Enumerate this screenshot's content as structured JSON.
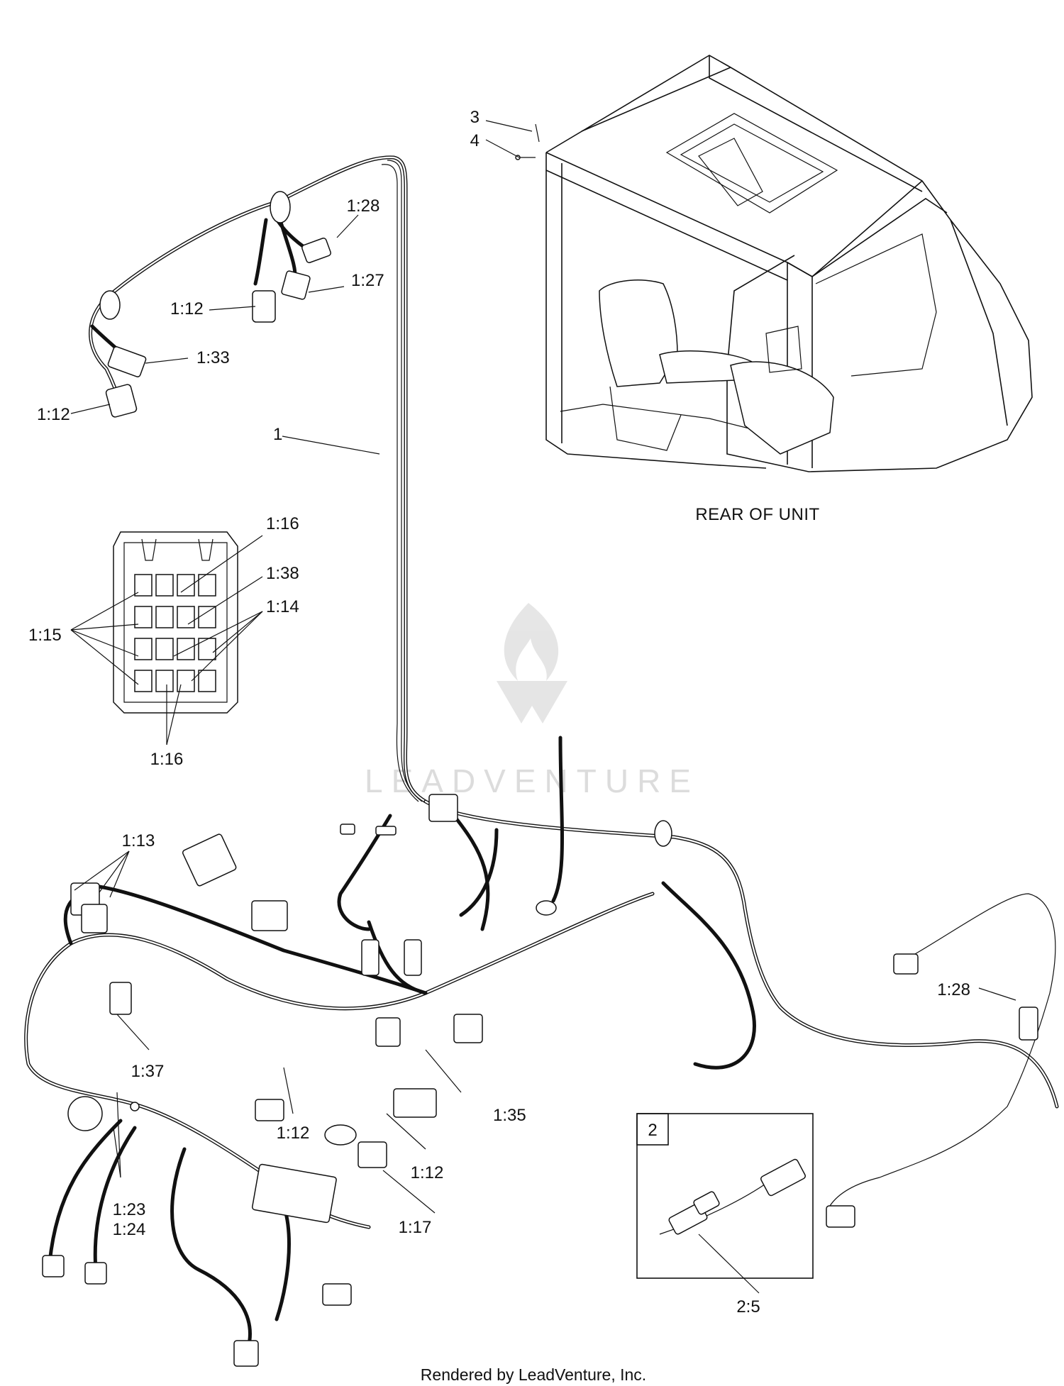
{
  "callouts": {
    "c3": "3",
    "c4": "4",
    "c1_28_top": "1:28",
    "c1_27": "1:27",
    "c1_12_a": "1:12",
    "c1_33": "1:33",
    "c1_12_b": "1:12",
    "c1": "1",
    "c1_16_top": "1:16",
    "c1_38": "1:38",
    "c1_14": "1:14",
    "c1_15": "1:15",
    "c1_16_bottom": "1:16",
    "c1_13": "1:13",
    "c1_37": "1:37",
    "c1_12_c": "1:12",
    "c1_35": "1:35",
    "c1_12_d": "1:12",
    "c1_17": "1:17",
    "c1_23": "1:23",
    "c1_24": "1:24",
    "c1_28_right": "1:28",
    "c2_box": "2",
    "c2_5": "2:5"
  },
  "captions": {
    "rear_of_unit": "REAR OF UNIT"
  },
  "watermark": {
    "text": "LEADVENTURE"
  },
  "footer": {
    "credit": "Rendered by LeadVenture, Inc."
  },
  "colors": {
    "line": "#111111",
    "watermark": "#d9d9d9",
    "background": "#ffffff"
  }
}
